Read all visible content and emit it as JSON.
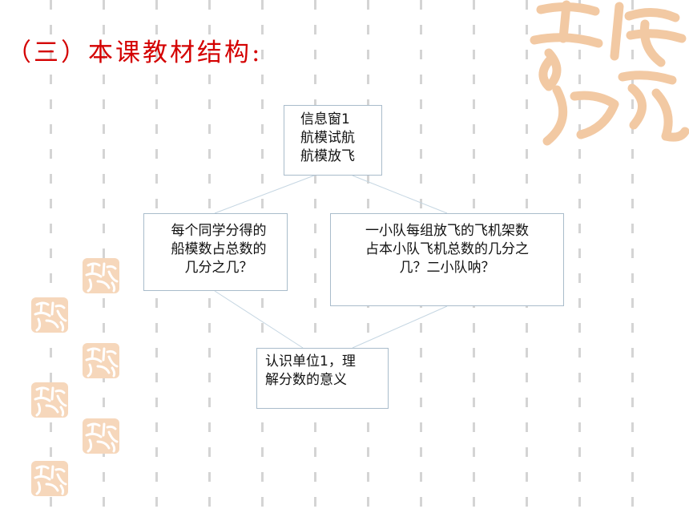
{
  "title": "（三）本课教材结构:",
  "diagram": {
    "nodes": [
      {
        "id": "info-window",
        "text": "信息窗1\n航模试航\n航模放飞"
      },
      {
        "id": "question-left",
        "text": "每个同学分得的\n船模数占总数的\n几分之几？"
      },
      {
        "id": "question-right",
        "text": "一小队每组放飞的飞机架数\n占本小队飞机总数的几分之\n几？二小队呐？"
      },
      {
        "id": "goal",
        "text": "认识单位1，理\n解分数的意义"
      }
    ],
    "edges": [
      {
        "from": "info-window",
        "to": "question-left"
      },
      {
        "from": "info-window",
        "to": "question-right"
      },
      {
        "from": "question-left",
        "to": "goal"
      },
      {
        "from": "question-right",
        "to": "goal"
      }
    ]
  },
  "colors": {
    "title": "#d40000",
    "stamp": "#f2c9a3",
    "box_border": "#a9bccb",
    "connector": "#c5d6e2"
  }
}
